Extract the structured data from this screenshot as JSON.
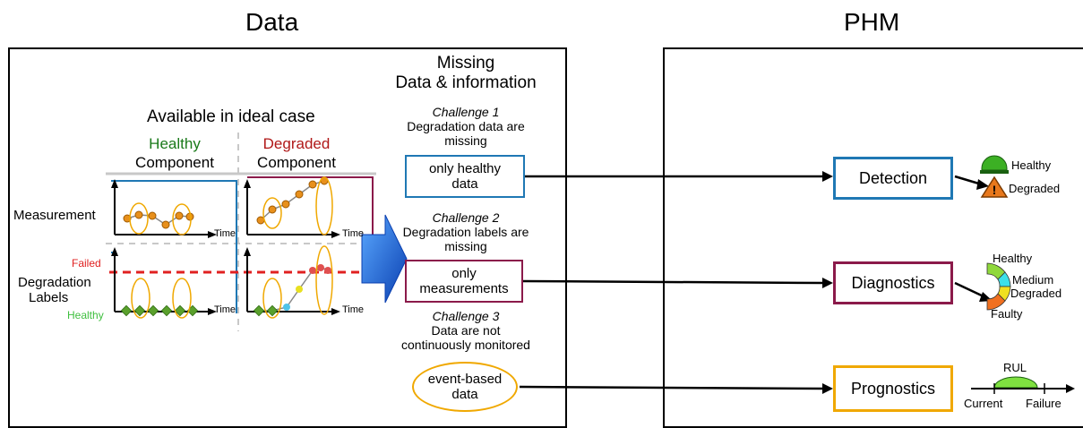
{
  "headings": {
    "data": "Data",
    "phm": "PHM"
  },
  "missing": {
    "line1": "Missing",
    "line2": "Data & information"
  },
  "available": {
    "title": "Available in ideal case"
  },
  "columns": {
    "healthy": {
      "top": "Healthy",
      "bottom": "Component"
    },
    "degraded": {
      "top": "Degraded",
      "bottom": "Component"
    }
  },
  "rows": {
    "measurement": "Measurement",
    "labels_line1": "Degradation",
    "labels_line2": "Labels",
    "failed": "Failed",
    "healthy": "Healthy"
  },
  "axis": {
    "time": "Time"
  },
  "challenges": [
    {
      "title": "Challenge 1",
      "line1": "Degradation data are",
      "line2": "missing",
      "box_line1": "only healthy",
      "box_line2": "data"
    },
    {
      "title": "Challenge 2",
      "line1": "Degradation labels are",
      "line2": "missing",
      "box_line1": "only",
      "box_line2": "measurements"
    },
    {
      "title": "Challenge 3",
      "line1": "Data are not",
      "line2": "continuously monitored",
      "box_line1": "event-based",
      "box_line2": "data"
    }
  ],
  "phm_boxes": {
    "detection": "Detection",
    "diagnostics": "Diagnostics",
    "prognostics": "Prognostics"
  },
  "detection_icons": {
    "healthy": "Healthy",
    "degraded": "Degraded"
  },
  "diagnostics_gauge": {
    "healthy": "Healthy",
    "medium": "Medium",
    "degraded": "Degraded",
    "faulty": "Faulty"
  },
  "prognostics_timeline": {
    "rul": "RUL",
    "current": "Current",
    "failure": "Failure"
  },
  "colors": {
    "detection": "#1f78b4",
    "diagnostics": "#8b1a4a",
    "prognostics": "#f0a800",
    "healthy_green": "#1a7a1a",
    "degraded_red": "#b01818",
    "failed_red": "#e02020",
    "marker_orange": "#e8901c",
    "marker_green": "#5aa02c",
    "arrow_blue": "#1a66d0"
  }
}
